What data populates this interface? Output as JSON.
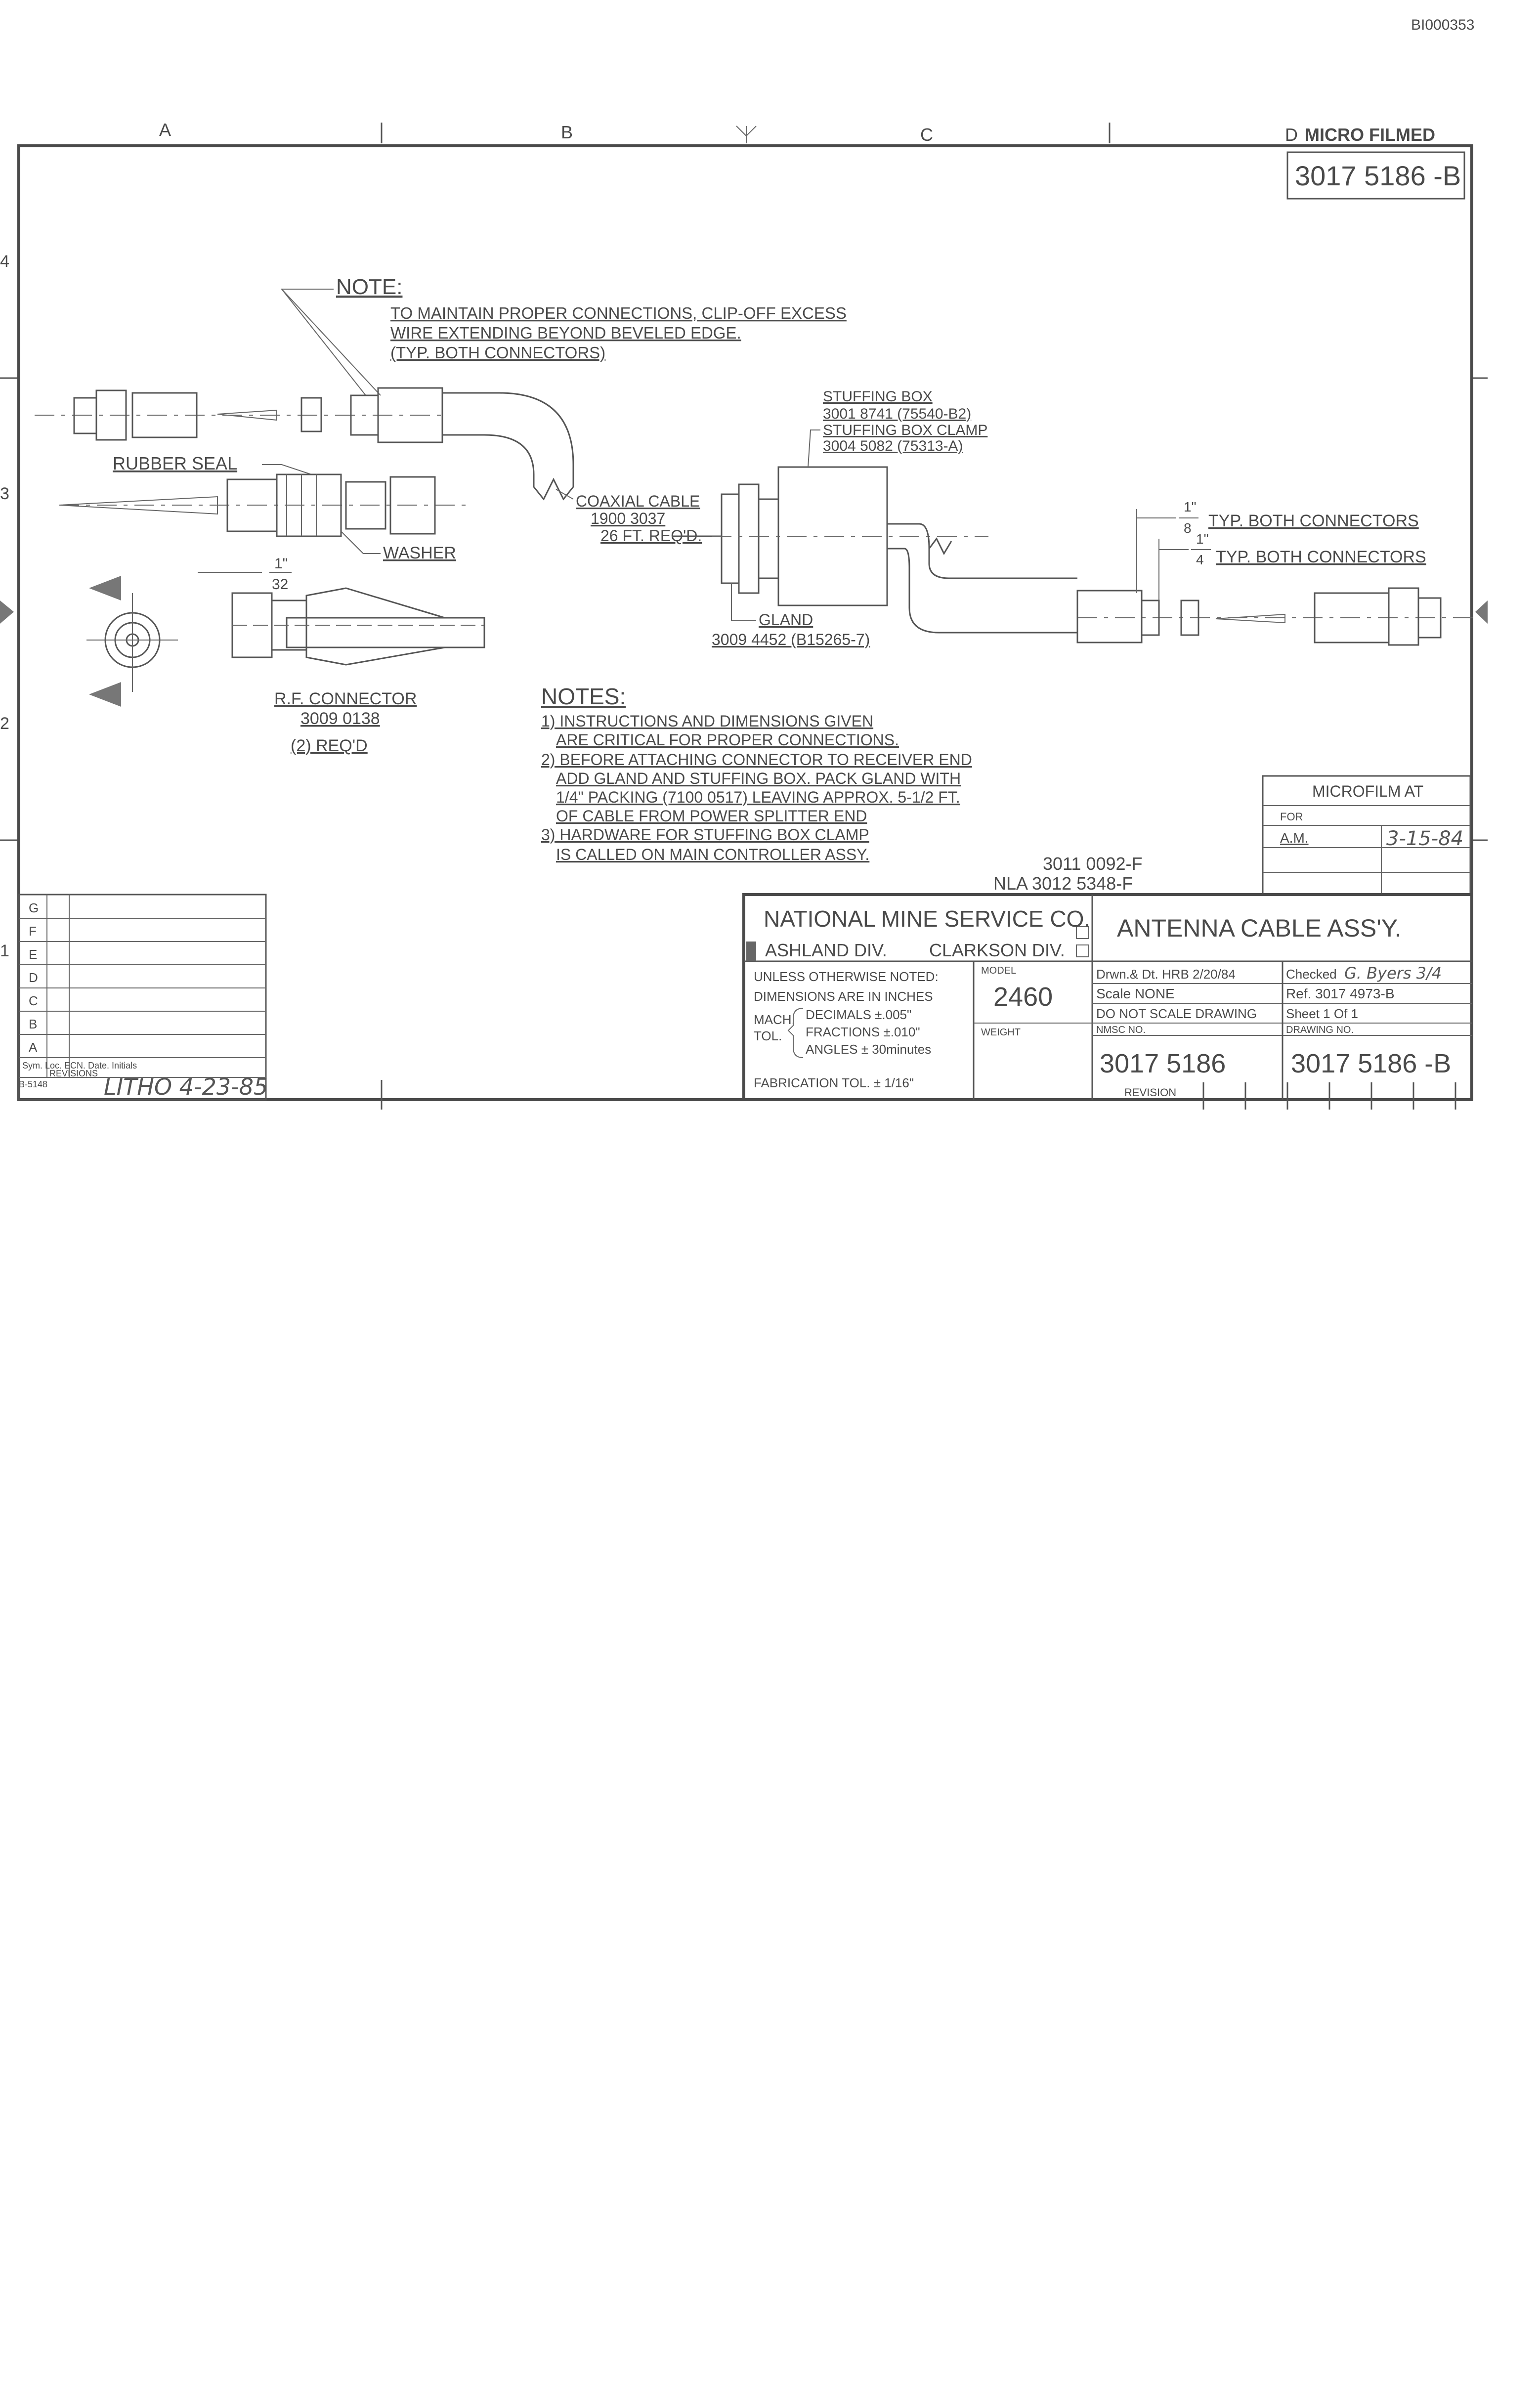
{
  "doc_id": "BI000353",
  "border": {
    "zones_top": [
      "A",
      "B",
      "C",
      "D"
    ],
    "microfilmed_label": "MICRO FILMED",
    "zones_side": [
      "4",
      "3",
      "2",
      "1"
    ]
  },
  "drawing_number_top": "3017 5186 -B",
  "note_main": {
    "title": "NOTE:",
    "lines": [
      "TO MAINTAIN PROPER CONNECTIONS, CLIP-OFF EXCESS",
      "WIRE EXTENDING BEYOND BEVELED EDGE.",
      "(TYP. BOTH CONNECTORS)"
    ]
  },
  "labels": {
    "rubber_seal": "RUBBER  SEAL",
    "washer": "WASHER",
    "dim_1_32_num": "1\"",
    "dim_1_32_den": "32",
    "rf_connector": [
      "R.F. CONNECTOR",
      "3009 0138",
      "(2)  REQ'D"
    ],
    "coaxial_cable": [
      "COAXIAL CABLE",
      "1900 3037",
      "26 FT. REQ'D."
    ],
    "stuffing_box": [
      "STUFFING BOX",
      "3001 8741 (75540-B2)",
      "STUFFING BOX CLAMP",
      "3004 5082 (75313-A)"
    ],
    "gland": [
      "GLAND",
      "3009 4452 (B15265-7)"
    ],
    "dim_1_8": "1\"",
    "dim_1_8_den": "8",
    "dim_1_8_text": "TYP.  BOTH  CONNECTORS",
    "dim_1_4": "1\"",
    "dim_1_4_den": "4",
    "dim_1_4_text": "TYP.  BOTH  CONNECTORS"
  },
  "notes": {
    "title": "NOTES:",
    "lines": [
      "1) INSTRUCTIONS AND DIMENSIONS GIVEN",
      "ARE CRITICAL FOR PROPER CONNECTIONS.",
      "2) BEFORE ATTACHING CONNECTOR TO RECEIVER END",
      "ADD GLAND AND STUFFING BOX. PACK GLAND WITH",
      "1/4\" PACKING (7100 0517) LEAVING APPROX. 5-1/2 FT.",
      "OF CABLE FROM POWER SPLITTER END",
      "3) HARDWARE FOR STUFFING BOX CLAMP",
      "IS CALLED ON MAIN CONTROLLER ASSY."
    ]
  },
  "microfilm": {
    "title": "MICROFILM  AT",
    "for_label": "FOR",
    "am_label": "A.M.",
    "date": "3-15-84"
  },
  "ref_numbers": [
    "3011  0092-F",
    "NLA  3012  5348-F"
  ],
  "revisions": {
    "letters": [
      "G",
      "F",
      "E",
      "D",
      "C",
      "B",
      "A"
    ],
    "footer": "Sym. Loc. ECN. Date. Initials",
    "footer2": "REVISIONS"
  },
  "title_block": {
    "company": "NATIONAL  MINE  SERVICE  CO.",
    "division1": "ASHLAND  DIV.",
    "division2": "CLARKSON DIV.",
    "title": "ANTENNA CABLE ASS'Y.",
    "tolerance_header": "UNLESS OTHERWISE NOTED:",
    "tolerance_line2": "DIMENSIONS ARE IN INCHES",
    "mach": "MACH.",
    "tol": "TOL.",
    "decimals": "DECIMALS ±.005\"",
    "fractions": "FRACTIONS ±.010\"",
    "angles": "ANGLES ± 30minutes",
    "fabrication": "FABRICATION TOL. ± 1/16\"",
    "model_label": "MODEL",
    "model": "2460",
    "weight_label": "WEIGHT",
    "drawn": "Drwn.& Dt. HRB  2/20/84",
    "checked_label": "Checked",
    "checked_by": "G. Byers  3/4",
    "scale": "Scale NONE",
    "ref": "Ref. 3017 4973-B",
    "do_not_scale": "DO NOT SCALE DRAWING",
    "sheet": "Sheet   1     Of   1",
    "nmsc_label": "NMSC NO.",
    "nmsc_no": "3017  5186",
    "drawing_label": "DRAWING NO.",
    "drawing_no": "3017 5186 -B"
  },
  "form_no": "B-5148",
  "litho": "LITHO 4-23-85",
  "revision_label": "REVISION"
}
